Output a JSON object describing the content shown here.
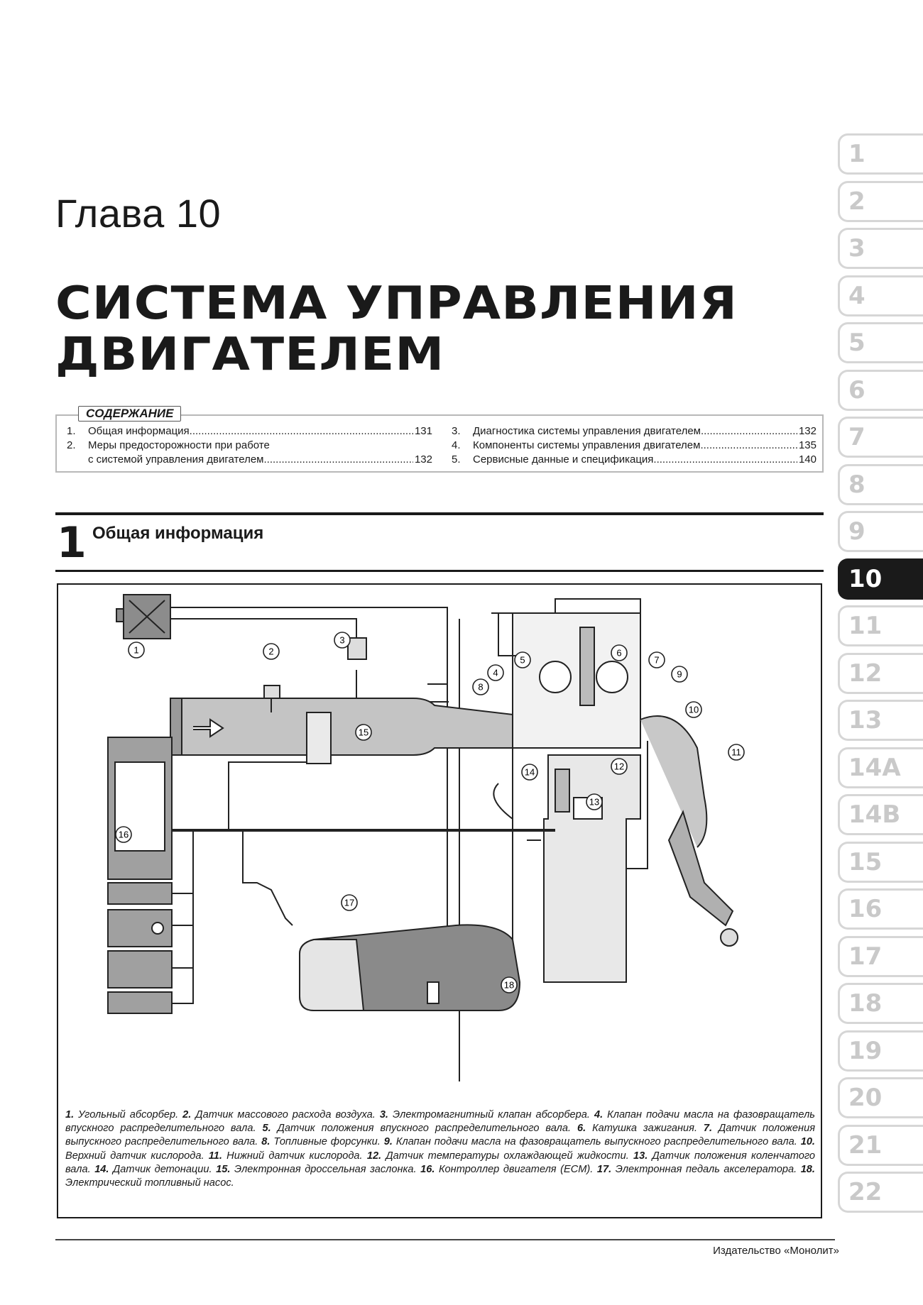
{
  "chapter": {
    "label": "Глава 10",
    "title_line1": "СИСТЕМА УПРАВЛЕНИЯ",
    "title_line2": "ДВИГАТЕЛЕМ"
  },
  "toc": {
    "heading": "СОДЕРЖАНИЕ",
    "items": [
      {
        "num": "1.",
        "title": "Общая информация",
        "page": "131"
      },
      {
        "num": "2.",
        "title": "Меры предосторожности при работе",
        "title_cont": "с системой управления двигателем",
        "page": "132"
      },
      {
        "num": "3.",
        "title": "Диагностика системы управления двигателем",
        "page": "132"
      },
      {
        "num": "4.",
        "title": "Компоненты системы управления двигателем",
        "page": "135"
      },
      {
        "num": "5.",
        "title": "Сервисные данные и спецификация",
        "page": "140"
      }
    ]
  },
  "section": {
    "number": "1",
    "title": "Общая информация"
  },
  "figure": {
    "callouts": [
      "1",
      "2",
      "3",
      "4",
      "5",
      "6",
      "7",
      "8",
      "9",
      "10",
      "11",
      "12",
      "13",
      "14",
      "15",
      "16",
      "17",
      "18"
    ],
    "caption": [
      {
        "n": "1.",
        "t": "Угольный абсорбер."
      },
      {
        "n": "2.",
        "t": "Датчик массового расхода воздуха."
      },
      {
        "n": "3.",
        "t": "Электромагнитный клапан абсорбера."
      },
      {
        "n": "4.",
        "t": "Клапан подачи масла на фазовращатель впускного распределительного вала."
      },
      {
        "n": "5.",
        "t": "Датчик положения впускного распределительного вала."
      },
      {
        "n": "6.",
        "t": "Катушка зажигания."
      },
      {
        "n": "7.",
        "t": "Датчик положения выпускного распределительного вала."
      },
      {
        "n": "8.",
        "t": "Топливные форсунки."
      },
      {
        "n": "9.",
        "t": "Клапан подачи масла на фазовращатель выпускного распределительного вала."
      },
      {
        "n": "10.",
        "t": "Верхний датчик кислорода."
      },
      {
        "n": "11.",
        "t": "Нижний датчик кислорода."
      },
      {
        "n": "12.",
        "t": "Датчик температуры охлаждающей жидкости."
      },
      {
        "n": "13.",
        "t": "Датчик положения коленчатого вала."
      },
      {
        "n": "14.",
        "t": "Датчик детонации."
      },
      {
        "n": "15.",
        "t": "Электронная дроссельная заслонка."
      },
      {
        "n": "16.",
        "t": "Контроллер двигателя (ECM)."
      },
      {
        "n": "17.",
        "t": "Электронная педаль акселератора."
      },
      {
        "n": "18.",
        "t": "Электрический топливный насос."
      }
    ]
  },
  "tabs": [
    "1",
    "2",
    "3",
    "4",
    "5",
    "6",
    "7",
    "8",
    "9",
    "10",
    "11",
    "12",
    "13",
    "14A",
    "14B",
    "15",
    "16",
    "17",
    "18",
    "19",
    "20",
    "21",
    "22"
  ],
  "active_tab": "10",
  "footer": {
    "publisher": "Издательство «Монолит»"
  }
}
